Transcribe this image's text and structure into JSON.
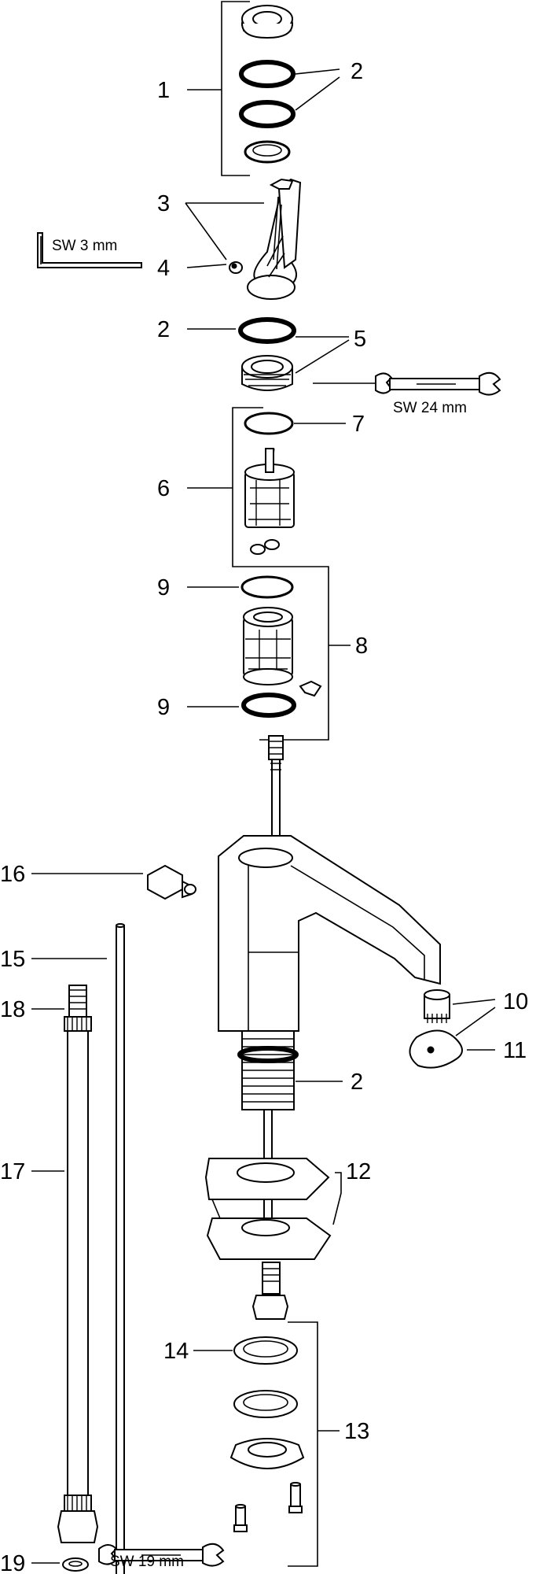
{
  "callouts": [
    "1",
    "2",
    "3",
    "4",
    "2",
    "5",
    "7",
    "6",
    "9",
    "8",
    "9",
    "16",
    "15",
    "18",
    "10",
    "11",
    "2",
    "17",
    "12",
    "14",
    "13",
    "19"
  ],
  "tools": {
    "hex_key": "SW 3 mm",
    "wrench_top": "SW 24 mm",
    "wrench_bottom": "SW 19 mm"
  }
}
